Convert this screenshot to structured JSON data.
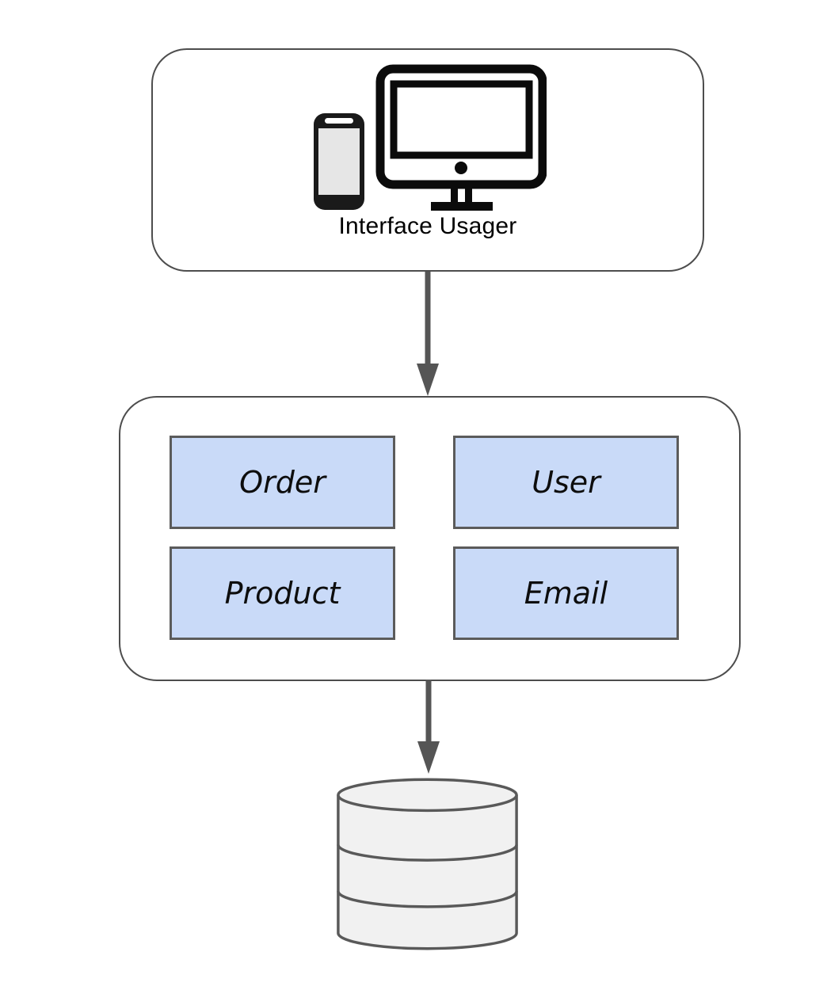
{
  "diagram": {
    "user_interface_node": {
      "label": "Interface Usager",
      "icon": "devices-icon"
    },
    "services_node": {
      "items": [
        {
          "label": "Order"
        },
        {
          "label": "User"
        },
        {
          "label": "Product"
        },
        {
          "label": "Email"
        }
      ]
    },
    "database_node": {
      "icon": "database-icon"
    },
    "connectors": [
      {
        "from": "user_interface_node",
        "to": "services_node",
        "direction": "down"
      },
      {
        "from": "services_node",
        "to": "database_node",
        "direction": "down"
      }
    ],
    "colors": {
      "service_box_fill": "#c9daf8",
      "service_box_border": "#5b5b5b",
      "container_border": "#4d4d4d",
      "arrow": "#555555",
      "cylinder_fill": "#f1f1f1",
      "cylinder_stroke": "#595959",
      "label_text": "#000000"
    }
  }
}
